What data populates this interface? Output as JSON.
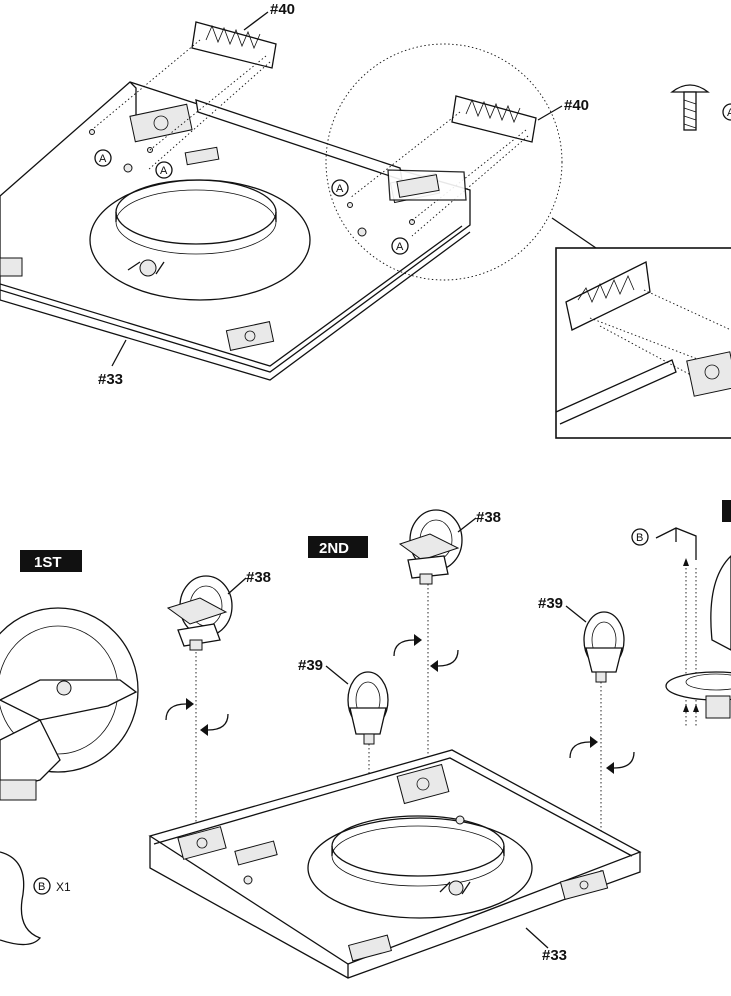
{
  "part_labels": {
    "p40_top": "#40",
    "p40_detail": "#40",
    "p33_top": "#33",
    "p38_left": "#38",
    "p38_right": "#38",
    "p39_left": "#39",
    "p39_right": "#39",
    "p33_bottom": "#33"
  },
  "step_badges": {
    "first": "1ST",
    "second": "2ND"
  },
  "callouts": {
    "a1": "A",
    "a2": "A",
    "a3": "A",
    "a4": "A",
    "a_screw": "A",
    "b_key": "B",
    "b_qty": "B",
    "b_qty_text": "X1"
  }
}
